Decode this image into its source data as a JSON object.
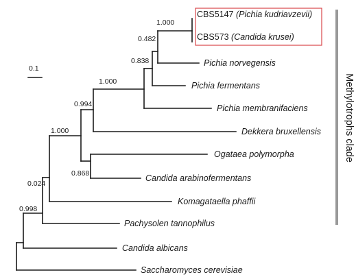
{
  "scale_bar": {
    "label": "0.1"
  },
  "highlight": {
    "color": "#d9454a"
  },
  "clade": {
    "label": "Methylotrophs clade",
    "bar_color": "#999999"
  },
  "taxa": {
    "t1": {
      "code": "CBS5147",
      "name": "Pichia kudriavzevii"
    },
    "t2": {
      "code": "CBS573",
      "name": "Candida krusei"
    },
    "t3": {
      "name": "Pichia norvegensis"
    },
    "t4": {
      "name": "Pichia fermentans"
    },
    "t5": {
      "name": "Pichia membranifaciens"
    },
    "t6": {
      "name": "Dekkera bruxellensis"
    },
    "t7": {
      "name": "Ogataea polymorpha"
    },
    "t8": {
      "name": "Candida arabinofermentans"
    },
    "t9": {
      "name": "Komagataella phaffii"
    },
    "t10": {
      "name": "Pachysolen tannophilus"
    },
    "t11": {
      "name": "Candida albicans"
    },
    "t12": {
      "name": "Saccharomyces cerevisiae"
    }
  },
  "support": {
    "s1": "1.000",
    "s2": "0.482",
    "s3": "0.838",
    "s4": "1.000",
    "s5": "0.994",
    "s6": "1.000",
    "s7": "0.868",
    "s8": "0.024",
    "s9": "0.998"
  }
}
